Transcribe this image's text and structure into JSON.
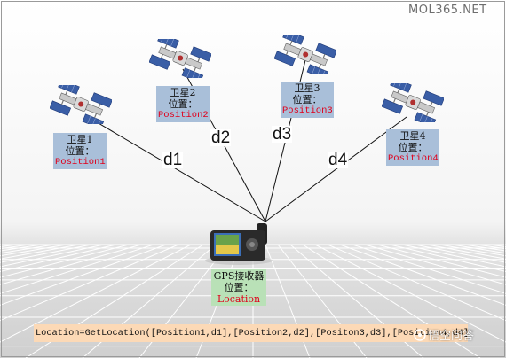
{
  "site_mark": "MOL365.NET",
  "satellites": [
    {
      "name": "卫星1",
      "pos_label": "位置：",
      "position": "Position1"
    },
    {
      "name": "卫星2",
      "pos_label": "位置：",
      "position": "Position2"
    },
    {
      "name": "卫星3",
      "pos_label": "位置：",
      "position": "Position3"
    },
    {
      "name": "卫星4",
      "pos_label": "位置：",
      "position": "Position4"
    }
  ],
  "distances": [
    "d1",
    "d2",
    "d3",
    "d4"
  ],
  "receiver": {
    "name": "GPS接收器",
    "pos_label": "位置：",
    "location": "Location"
  },
  "formula": "Location=GetLocation([Position1,d1],[Position2,d2],[Positon3,d3],[Position4,d4])",
  "watermark": "悟空问答",
  "colors": {
    "label_box": "#a9bfd9",
    "receiver_box": "#b9e1b7",
    "formula_box": "#fcd9b6",
    "position_text": "#e0001b"
  }
}
